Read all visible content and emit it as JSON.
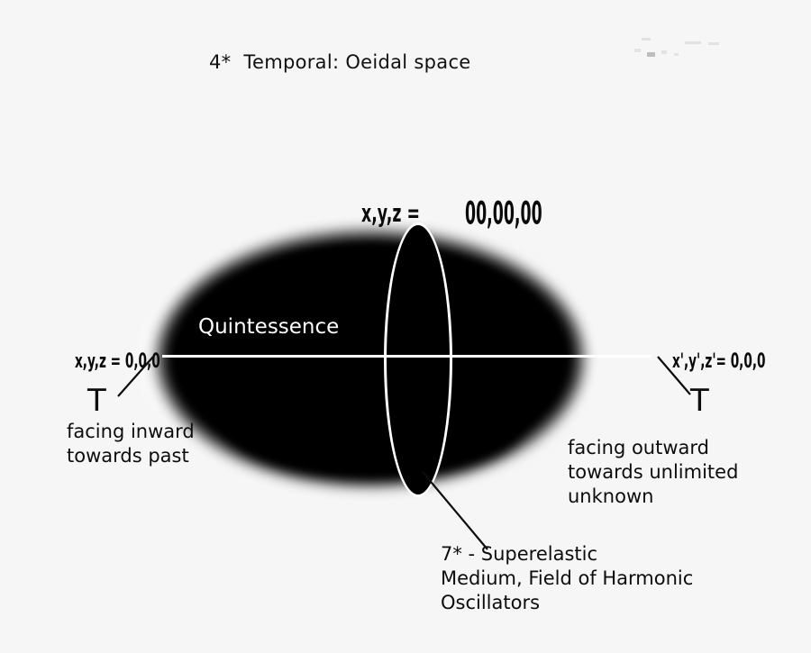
{
  "diagram": {
    "title": "4*  Temporal: Oeidal space",
    "background_color": "#f6f6f6",
    "field_color": "#000000",
    "line_color": "#ffffff",
    "text_color": "#0d0d0d"
  },
  "labels": {
    "top_coordinate_prefix": "x,y,z = ",
    "top_coordinate_value": "00,00,00",
    "left_coordinate": "x,y,z = 0,0,0",
    "right_coordinate": "x',y',z'= 0,0,0",
    "center_region": "Quintessence",
    "t_left": "T",
    "t_right": "T"
  },
  "annotations": {
    "left": "facing inward\ntowards past",
    "right": "facing outward\ntowards unlimited\nunknown",
    "bottom": "7* - Superelastic\nMedium, Field of Harmonic\nOscillators"
  },
  "shapes": {
    "outer_ellipse_name": "quintessence-field",
    "inner_lens_name": "superelastic-medium-lens",
    "axis_name": "temporal-axis"
  }
}
